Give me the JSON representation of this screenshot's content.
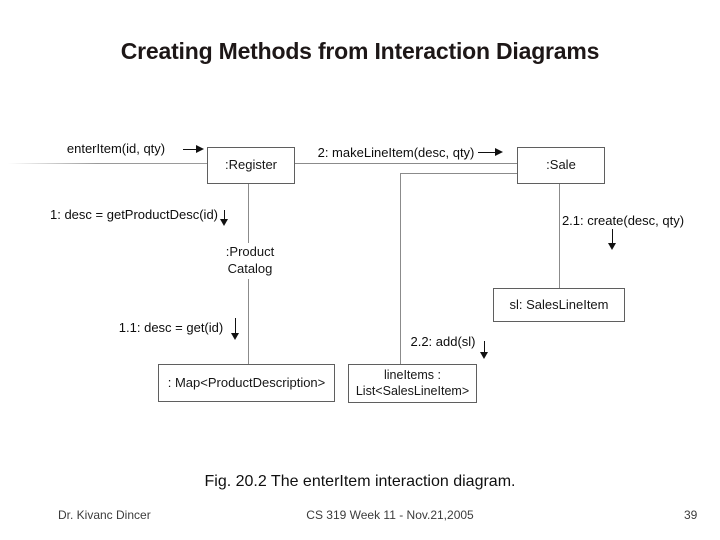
{
  "slide": {
    "title": "Creating Methods from Interaction Diagrams",
    "caption": "Fig. 20.2 The enterItem interaction diagram.",
    "footer": {
      "author": "Dr. Kivanc Dincer",
      "course": "CS 319 Week 11 - Nov.21,2005",
      "page_number": "39"
    }
  },
  "diagram": {
    "type": "uml-collaboration-diagram",
    "boxes": {
      "register": ":Register",
      "sale": ":Sale",
      "sales_line_item": "sl: SalesLineItem",
      "map": ": Map<ProductDescription>",
      "line_items_line1": "lineItems :",
      "line_items_line2": "List<SalesLineItem>",
      "product_catalog_line1": ":Product",
      "product_catalog_line2": "Catalog"
    },
    "messages": {
      "enter_item": "enterItem(id, qty)",
      "make_line_item": "2: makeLineItem(desc, qty)",
      "get_product_desc": "1: desc = getProductDesc(id)",
      "create": "2.1: create(desc, qty)",
      "get": "1.1: desc = get(id)",
      "add": "2.2: add(sl)"
    }
  },
  "colors": {
    "background": "#ffffff",
    "box_border": "#5f5f5f",
    "connector_line": "#8b8b8b",
    "text": "#0d0d0d",
    "title_text": "#1d1717"
  }
}
